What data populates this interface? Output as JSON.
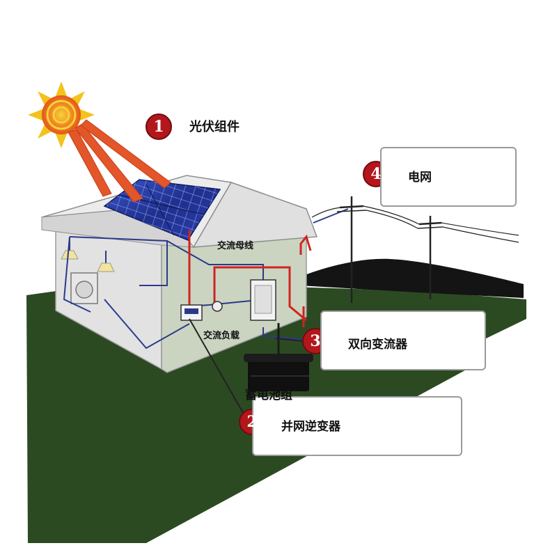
{
  "labels": {
    "pv_module": "光伏组件",
    "grid": "电网",
    "ac_bus": "交流母线",
    "ac_load": "交流负载",
    "bidirectional_inverter": "双向变流器",
    "battery_bank": "蓄电池组",
    "grid_tie_inverter": "并网逆变器"
  },
  "badges": [
    "1",
    "2",
    "3",
    "4"
  ],
  "colors": {
    "sun": "#f4c21a",
    "sun_core": "#e8661a",
    "ray": "#e2562a",
    "badge": "#b3171b",
    "grass": "#2c4a22",
    "roof": "#e9e9e9",
    "wall_front": "#cfd7c6",
    "wall_side": "#e4e4e4",
    "panel": "#23349a",
    "wire_red": "#d0241e",
    "wire_blue": "#2a3a8a",
    "hill": "#1a1a1a"
  }
}
